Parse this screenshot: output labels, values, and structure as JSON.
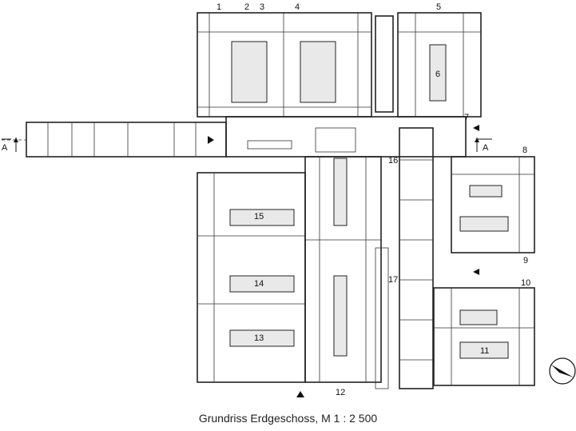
{
  "caption": "Grundriss Erdgeschoss, M 1 : 2 500",
  "section_marker": {
    "left": "A",
    "right": "A"
  },
  "numbers": [
    "1",
    "2",
    "3",
    "4",
    "5",
    "6",
    "7",
    "8",
    "9",
    "10",
    "11",
    "12",
    "13",
    "14",
    "15",
    "16",
    "17"
  ],
  "north_arrow_icon": "north-arrow-icon",
  "entrance_icon": "entrance-triangle-icon"
}
